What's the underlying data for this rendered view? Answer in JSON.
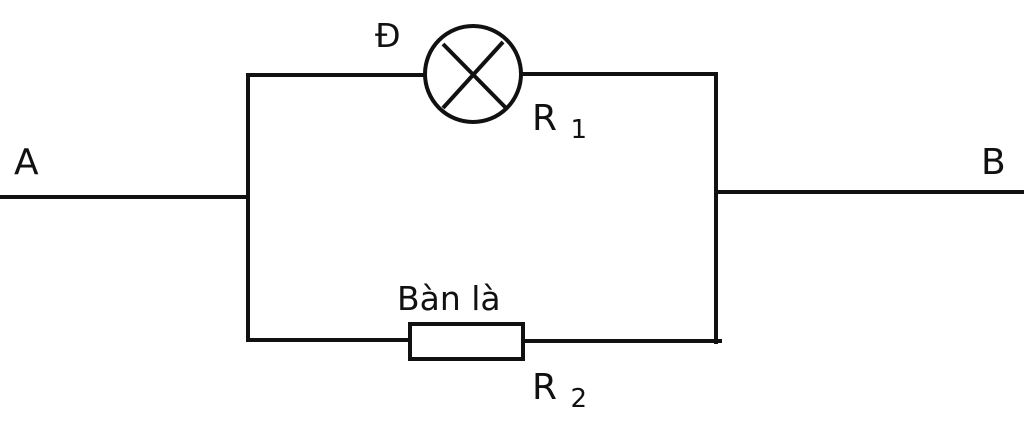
{
  "diagram": {
    "node_a": "A",
    "node_b": "B",
    "lamp": {
      "label": "Đ",
      "resistor_symbol": "R",
      "resistor_index": "1"
    },
    "iron": {
      "label": "Bàn là",
      "resistor_symbol": "R",
      "resistor_index": "2"
    }
  }
}
